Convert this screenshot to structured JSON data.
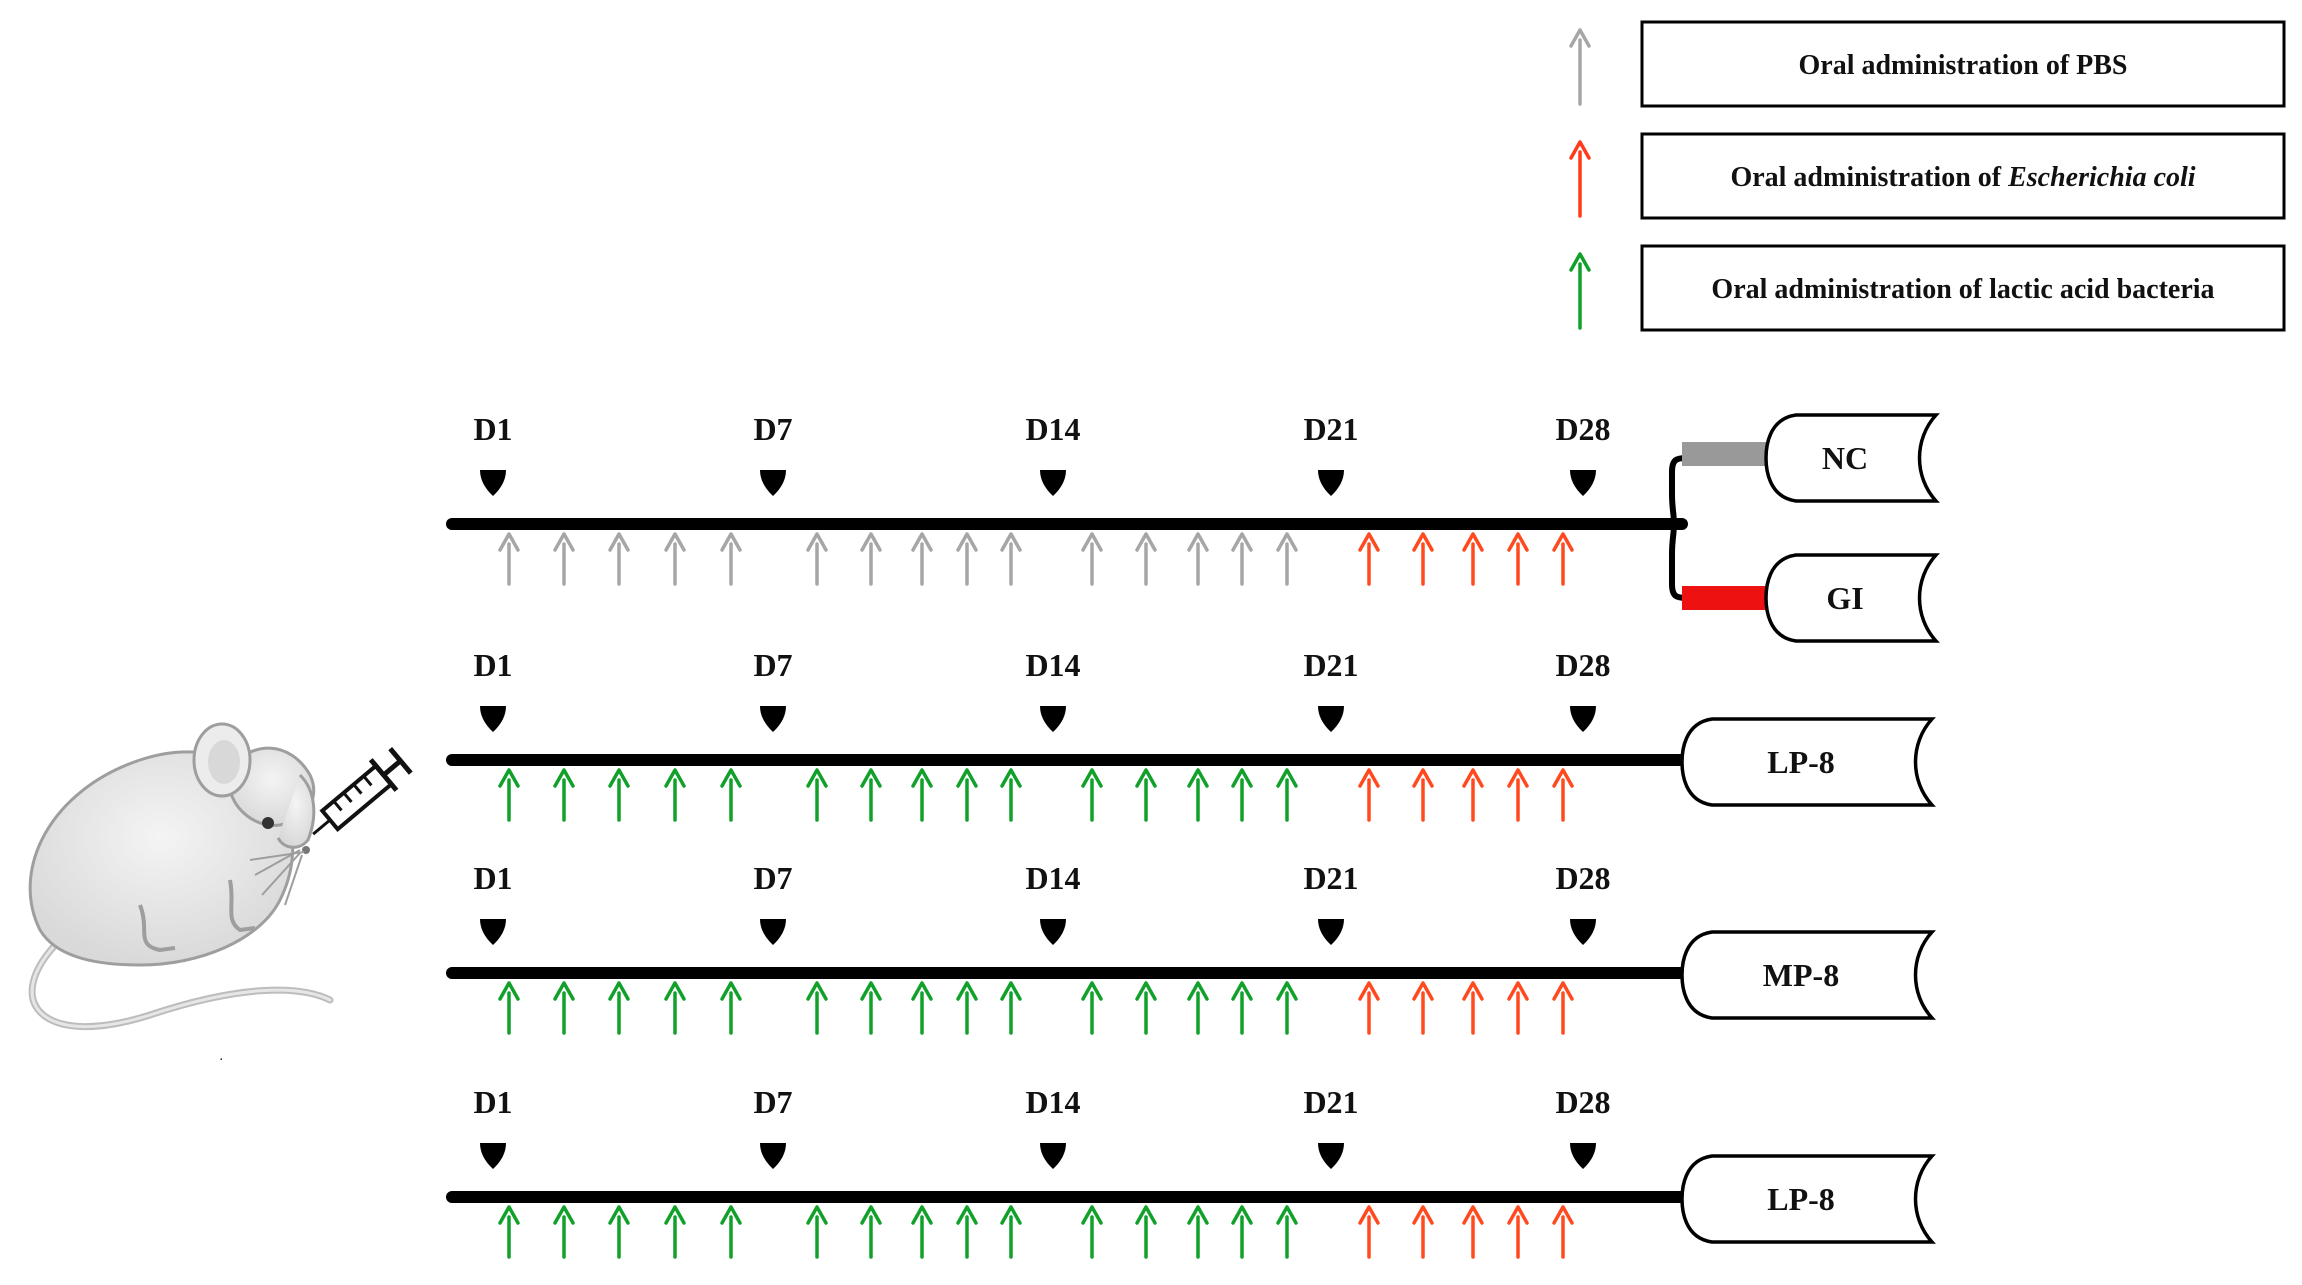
{
  "legend": [
    {
      "color": "#a6a6a6",
      "parts": [
        {
          "text": "Oral administration of PBS",
          "italic": false
        }
      ]
    },
    {
      "color": "#ff3b1a",
      "parts": [
        {
          "text": "Oral administration of ",
          "italic": false
        },
        {
          "text": "Escherichia coli",
          "italic": true
        }
      ]
    },
    {
      "color": "#11a12a",
      "parts": [
        {
          "text": "Oral administration of lactic acid bacteria",
          "italic": false
        }
      ]
    }
  ],
  "day_labels": [
    "D1",
    "D7",
    "D14",
    "D21",
    "D28"
  ],
  "colors": {
    "pbs": "#a6a6a6",
    "ecoli": "#ff4a1f",
    "lab": "#11a12a",
    "nc_branch": "#999999",
    "gi_branch": "#ee1111",
    "line": "#000000"
  },
  "timelines": [
    {
      "first_phase": "pbs",
      "second_phase": "ecoli",
      "groups": [
        "NC",
        "GI"
      ]
    },
    {
      "first_phase": "lab",
      "second_phase": "ecoli",
      "groups": [
        "LP-8"
      ]
    },
    {
      "first_phase": "lab",
      "second_phase": "ecoli",
      "groups": [
        "MP-8"
      ]
    },
    {
      "first_phase": "lab",
      "second_phase": "ecoli",
      "groups": [
        "LP-8"
      ]
    }
  ],
  "subject_icon": "mouse-with-syringe-icon"
}
